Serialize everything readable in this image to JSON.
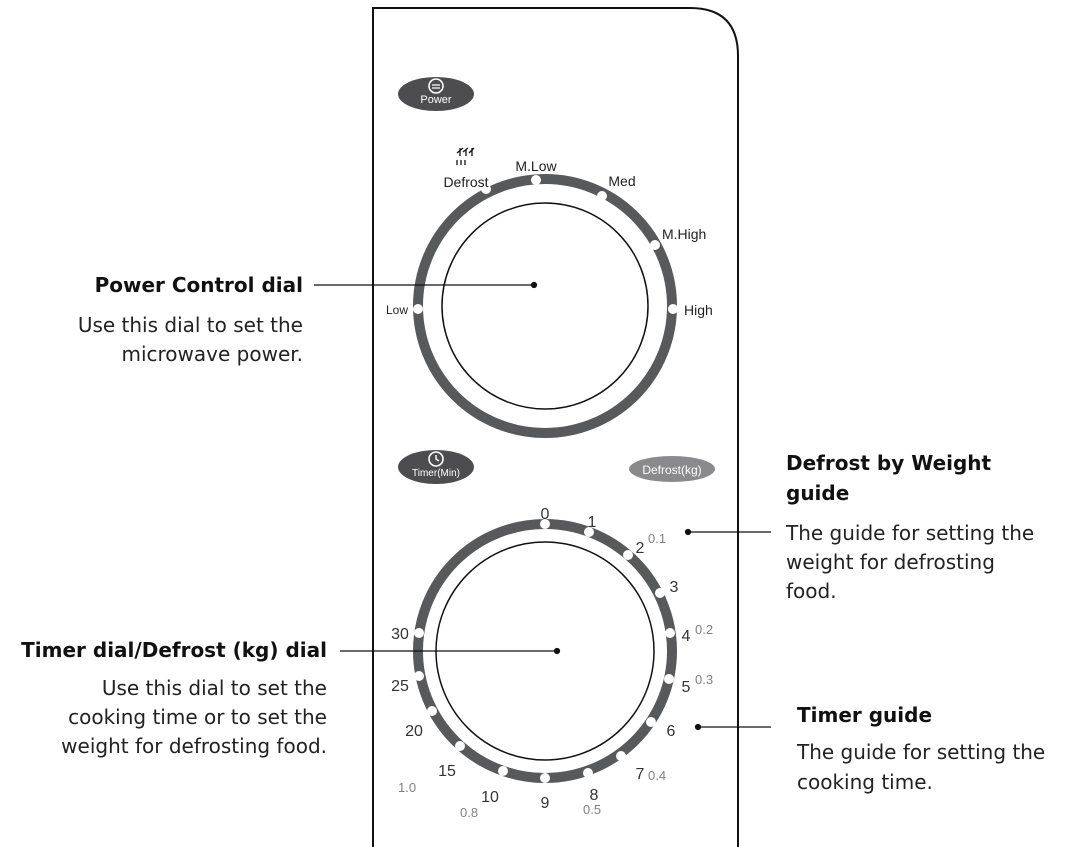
{
  "power_button": {
    "label": "Power",
    "icon": "power-icon"
  },
  "timer_button": {
    "label": "Timer(Min)",
    "icon": "clock-icon"
  },
  "defrost_kg_button": {
    "label": "Defrost(kg)"
  },
  "power_dial": {
    "labels": {
      "defrost": "Defrost",
      "mlow": "M.Low",
      "med": "Med",
      "mhigh": "M.High",
      "high": "High",
      "low": "Low"
    },
    "defrost_icon": "snowflake-defrost-icon"
  },
  "timer_dial": {
    "minutes": [
      "0",
      "1",
      "2",
      "3",
      "4",
      "5",
      "6",
      "7",
      "8",
      "9",
      "10",
      "15",
      "20",
      "25",
      "30"
    ],
    "weights": {
      "w2": "0.1",
      "w4": "0.2",
      "w5": "0.3",
      "w7": "0.4",
      "w8": "0.5",
      "w10": "0.8",
      "w15": "1.0"
    }
  },
  "callouts": {
    "power_control": {
      "title": "Power Control dial",
      "desc1": "Use this dial to set the",
      "desc2": "microwave power."
    },
    "timer_defrost": {
      "title": "Timer dial/Defrost (kg) dial",
      "desc1": "Use this dial to set the",
      "desc2": "cooking time or to set the",
      "desc3": "weight for defrosting food."
    },
    "defrost_weight": {
      "title1": "Defrost by Weight",
      "title2": "guide",
      "desc1": "The guide for setting the",
      "desc2": "weight for defrosting",
      "desc3": "food."
    },
    "timer_guide": {
      "title": "Timer guide",
      "desc1": "The guide for setting the",
      "desc2": "cooking time."
    }
  },
  "colors": {
    "ring": "#58595b",
    "button": "#4d4d4f",
    "defrost_button": "#8a8a8c",
    "text_dark": "#222222",
    "text_gray": "#808080"
  }
}
